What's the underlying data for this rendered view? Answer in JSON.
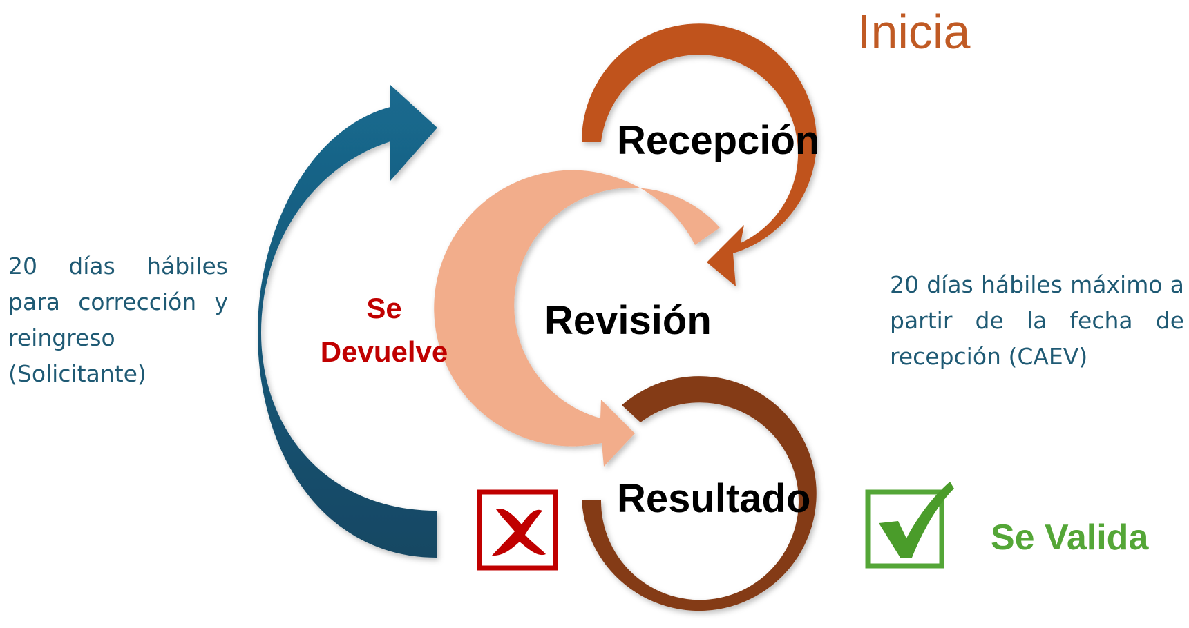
{
  "colors": {
    "inicia": "#c05a24",
    "recepcion_ring": "#c0531c",
    "revision_ring": "#f2ad8b",
    "resultado_ring": "#843a14",
    "return_arrow": "#1a6386",
    "se_devuelve": "#c00000",
    "se_valida": "#54a637",
    "note_text": "#1f5a74"
  },
  "icons": {
    "reject": "x-mark-box-icon",
    "accept": "check-mark-box-icon"
  },
  "steps": {
    "inicia": "Inicia",
    "recepcion": "Recepción",
    "revision": "Revisión",
    "resultado": "Resultado"
  },
  "outcomes": {
    "se_devuelve_line1": "Se",
    "se_devuelve_line2": "Devuelve",
    "se_valida": "Se Valida"
  },
  "notes": {
    "left": "20 días hábiles para corrección y reingreso (Solicitante)",
    "right": "20 días hábiles máximo a partir de la fecha de recepción (CAEV)"
  }
}
